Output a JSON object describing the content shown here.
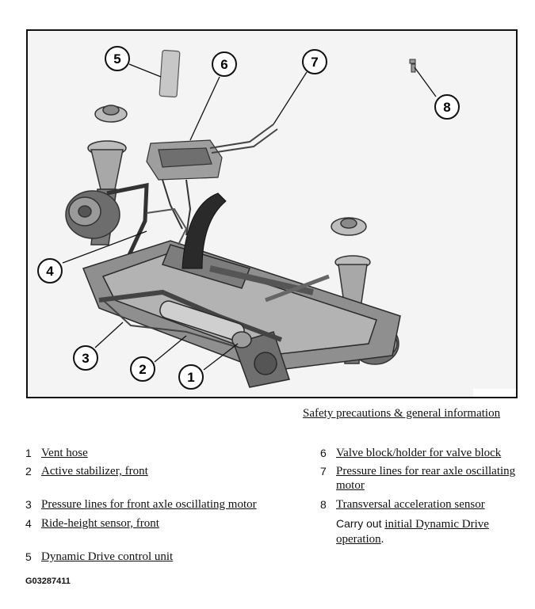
{
  "figure": {
    "callouts": [
      "1",
      "2",
      "3",
      "4",
      "5",
      "6",
      "7",
      "8"
    ]
  },
  "safety_link": "Safety precautions & general information",
  "legend": [
    {
      "num": "1",
      "text": "Vent hose"
    },
    {
      "num": "2",
      "text": "Active stabilizer, front"
    },
    {
      "num": "3",
      "text": "Pressure lines for front axle oscillating motor"
    },
    {
      "num": "4",
      "text": "Ride-height sensor, front"
    },
    {
      "num": "5",
      "text": "Dynamic Drive control unit"
    },
    {
      "num": "6",
      "text": "Valve block/holder for valve block"
    },
    {
      "num": "7",
      "text": "Pressure lines for rear axle oscillating motor"
    },
    {
      "num": "8",
      "text": "Transversal acceleration sensor"
    }
  ],
  "note": {
    "lead": "Carry out",
    "link": "initial Dynamic Drive operation",
    "end": "."
  },
  "figure_id": "G03287411"
}
